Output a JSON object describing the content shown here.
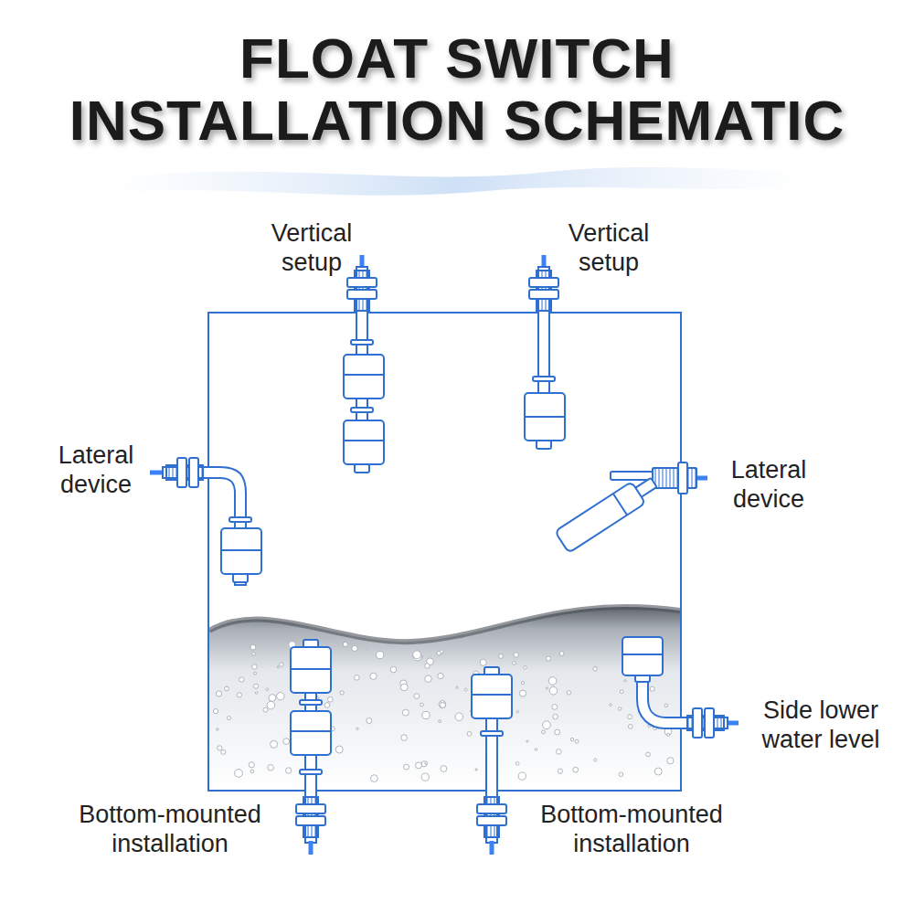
{
  "diagram": {
    "title": "FLOAT SWITCH INSTALLATION SCHEMATIC",
    "labels": [
      "Vertical setup",
      "Vertical setup",
      "Lateral device",
      "Lateral device",
      "Side lower water level",
      "Bottom-mounted installation",
      "Bottom-mounted installation"
    ]
  }
}
